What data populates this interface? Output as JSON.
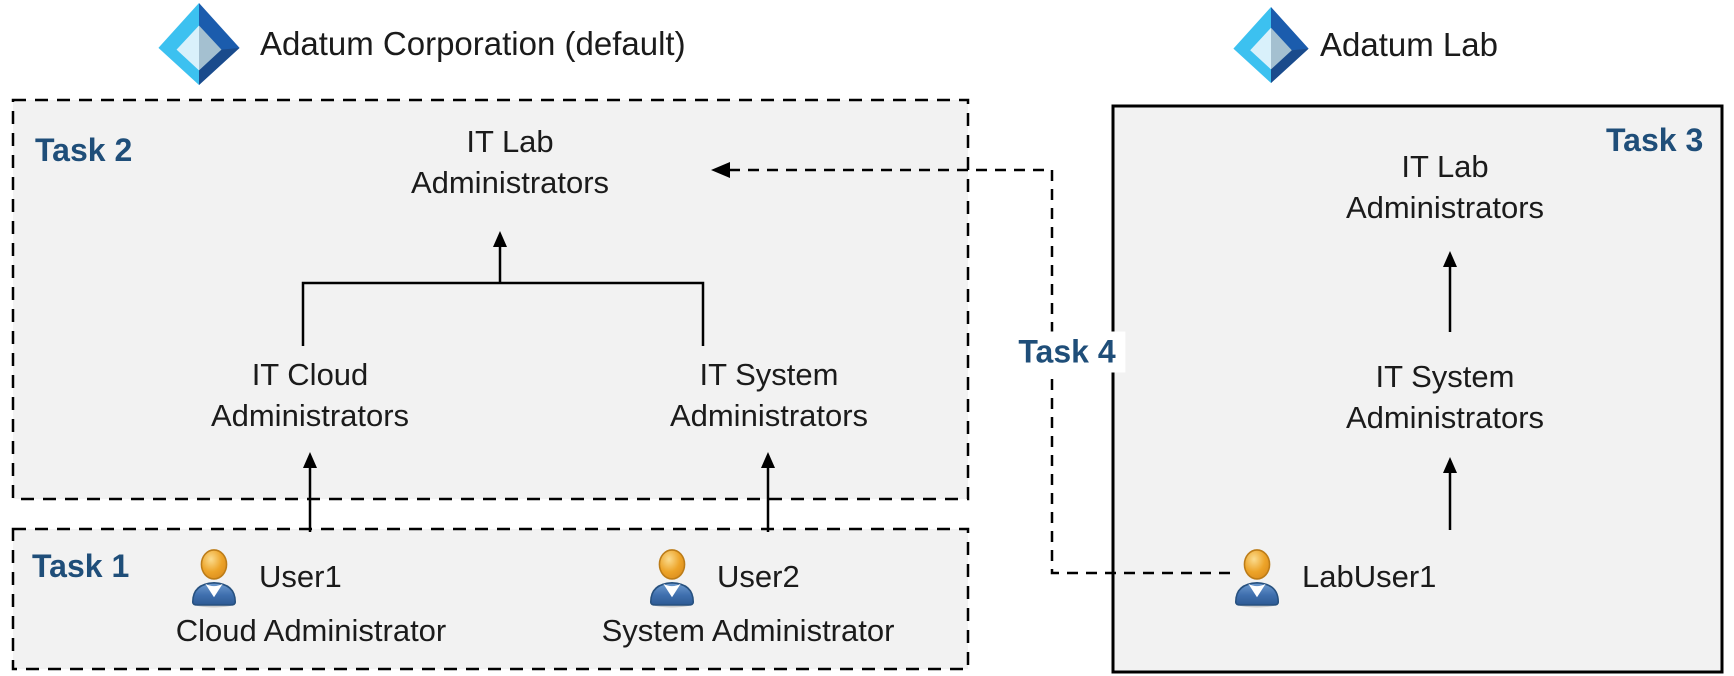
{
  "header": {
    "left_tenant": "Adatum Corporation (default)",
    "right_tenant": "Adatum Lab"
  },
  "task_labels": {
    "task1": "Task 1",
    "task2": "Task 2",
    "task3": "Task 3",
    "task4": "Task 4"
  },
  "left_tenant": {
    "groups": {
      "lab": "IT Lab\nAdministrators",
      "cloud": "IT Cloud\nAdministrators",
      "system": "IT System\nAdministrators"
    }
  },
  "task1": {
    "users": [
      {
        "name": "User1",
        "role": "Cloud Administrator"
      },
      {
        "name": "User2",
        "role": "System Administrator"
      }
    ]
  },
  "right_tenant": {
    "groups": {
      "lab": "IT Lab\nAdministrators",
      "system": "IT System\nAdministrators"
    },
    "user": {
      "name": "LabUser1"
    }
  },
  "colors": {
    "task_label": "#1F4E79",
    "box_fill": "#F2F2F2",
    "line": "#000000",
    "icon_light_blue": "#3CC1F0",
    "icon_dark_blue": "#1B5CAD",
    "user_head_orange": "#EDA429",
    "user_body_blue": "#3F6FAE"
  }
}
